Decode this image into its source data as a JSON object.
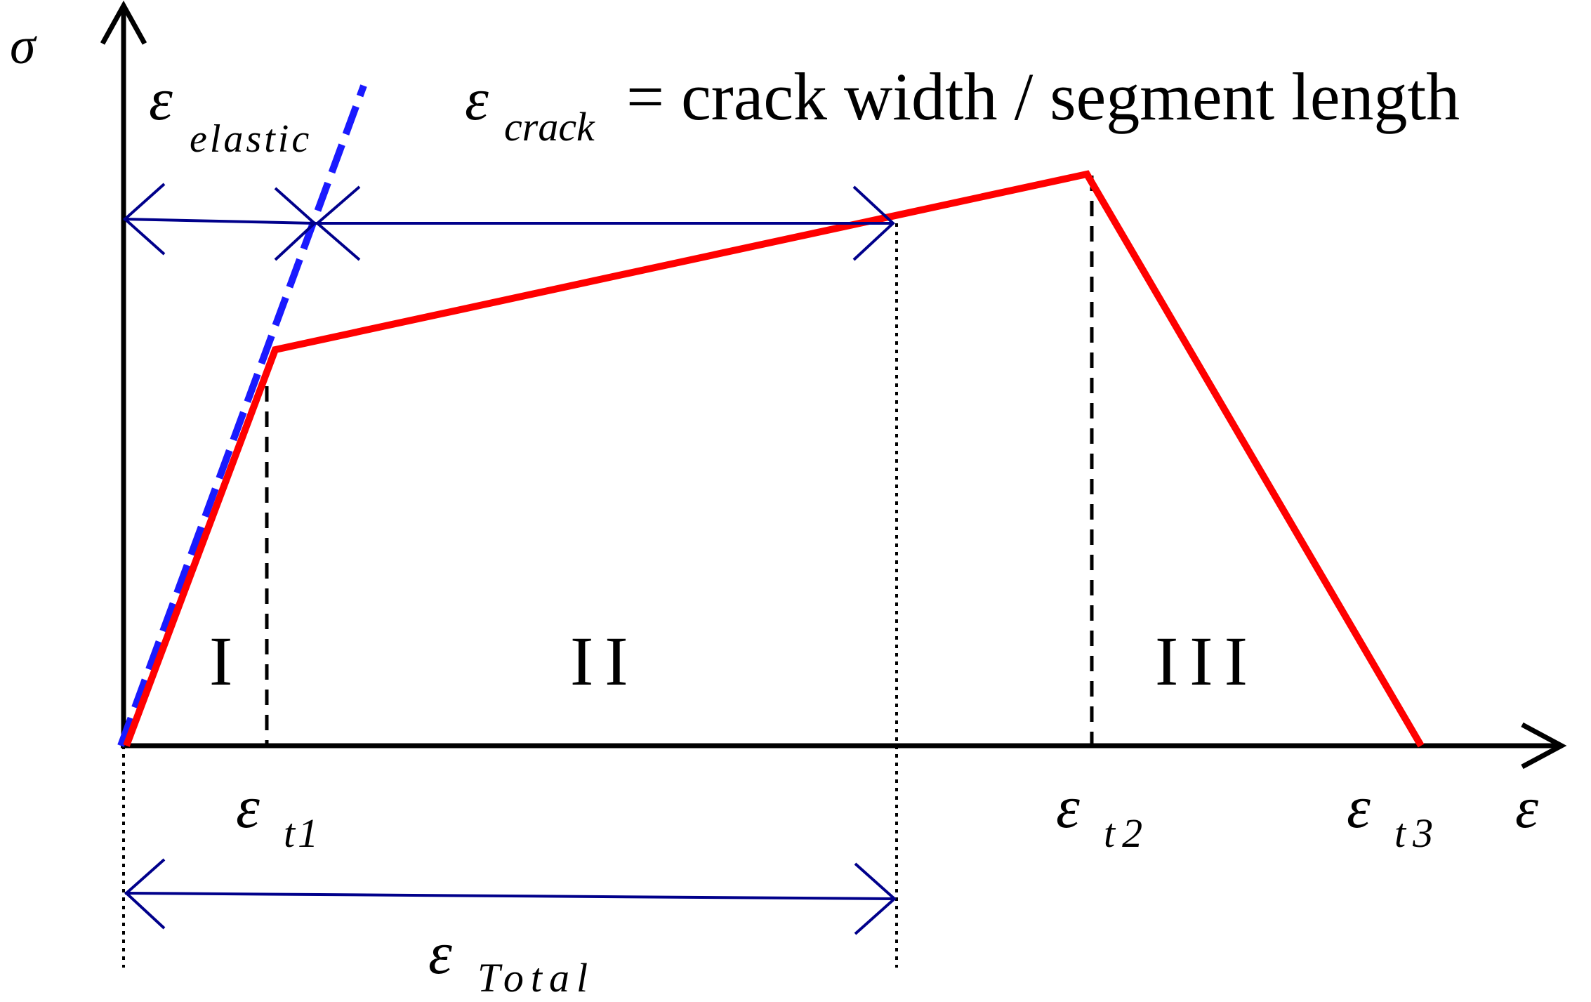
{
  "axes": {
    "y_label": "σ",
    "x_label": "ε"
  },
  "labels": {
    "eps_symbol": "ε",
    "elastic_sub": "elastic",
    "crack_sub": "crack",
    "crack_formula": "= crack width / segment length",
    "t1_sub": "t1",
    "t2_sub": "t2",
    "t3_sub": "t3",
    "total_sub": "Total"
  },
  "regions": {
    "I": "I",
    "II": "II",
    "III": "III"
  },
  "colors": {
    "curve": "#ff0000",
    "elastic_line": "#1a1aff",
    "arrow": "#00008b",
    "axis": "#000000"
  }
}
